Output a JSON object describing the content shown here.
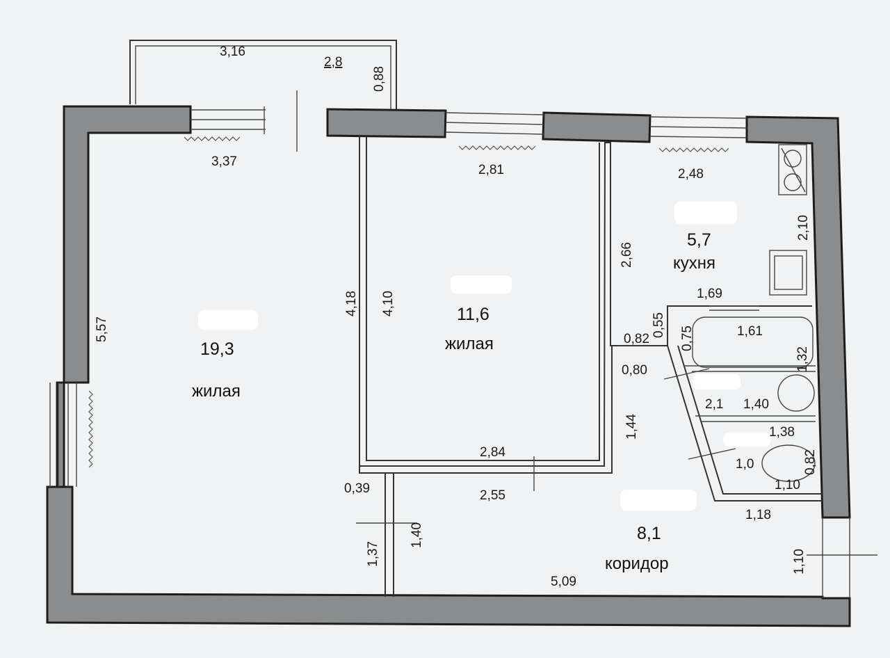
{
  "balcony": {
    "length": "3,16",
    "area": "2,8",
    "depth": "0,88"
  },
  "rooms": {
    "living_large": {
      "area": "19,3",
      "name": "жилая",
      "width": "3,37",
      "length": "5,57"
    },
    "living_small": {
      "area": "11,6",
      "name": "жилая",
      "width_top": "2,81",
      "width_bottom": "2,84",
      "length_left": "4,18",
      "length_right": "4,10"
    },
    "kitchen": {
      "area": "5,7",
      "name": "кухня",
      "width": "2,48",
      "length_left": "2,66",
      "length_right": "2,10",
      "bottom": "1,69"
    },
    "bathroom": {
      "area": "2,1",
      "width": "1,61",
      "bath_width": "0,75",
      "depth": "1,32",
      "bottom": "1,40"
    },
    "toilet": {
      "area": "1,0",
      "width": "1,38",
      "depth": "0,82",
      "bottom": "1,10"
    },
    "corridor": {
      "area": "8,1",
      "name": "коридор",
      "length": "5,09",
      "top": "2,55",
      "nook_h": "1,44",
      "nook_w": "0,80",
      "side_top": "0,55",
      "side_w": "0,82",
      "right_w": "1,18",
      "door": "1,10",
      "left_w": "0,39",
      "left_h1": "1,37",
      "left_h2": "1,40"
    }
  }
}
